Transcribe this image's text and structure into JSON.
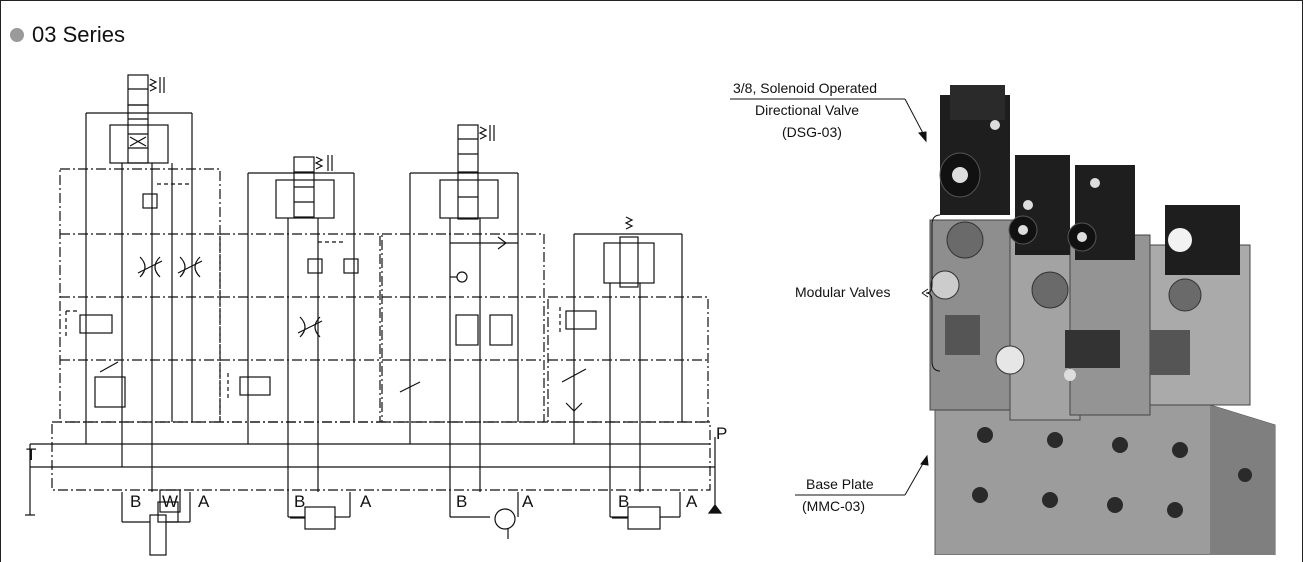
{
  "header": {
    "title": "03 Series",
    "bullet_color": "#9a9a9a"
  },
  "diagram": {
    "port_t": "T",
    "port_p": "P",
    "stations": [
      {
        "b": "B",
        "a": "A",
        "actuator": "cylinder",
        "mark": "W"
      },
      {
        "b": "B",
        "a": "A",
        "actuator": "cylinder"
      },
      {
        "b": "B",
        "a": "A",
        "actuator": "hydraulic-motor"
      },
      {
        "b": "B",
        "a": "A",
        "actuator": "cylinder"
      }
    ]
  },
  "callouts": {
    "solenoid_line1": "3/8, Solenoid Operated",
    "solenoid_line2": "Directional Valve",
    "solenoid_line3": "(DSG-03)",
    "modular": "Modular Valves",
    "base_line1": "Base Plate",
    "base_line2": "(MMC-03)"
  },
  "colors": {
    "line": "#111111",
    "photo_body": "#9c9c9c",
    "photo_solenoid": "#1e1e1e"
  }
}
